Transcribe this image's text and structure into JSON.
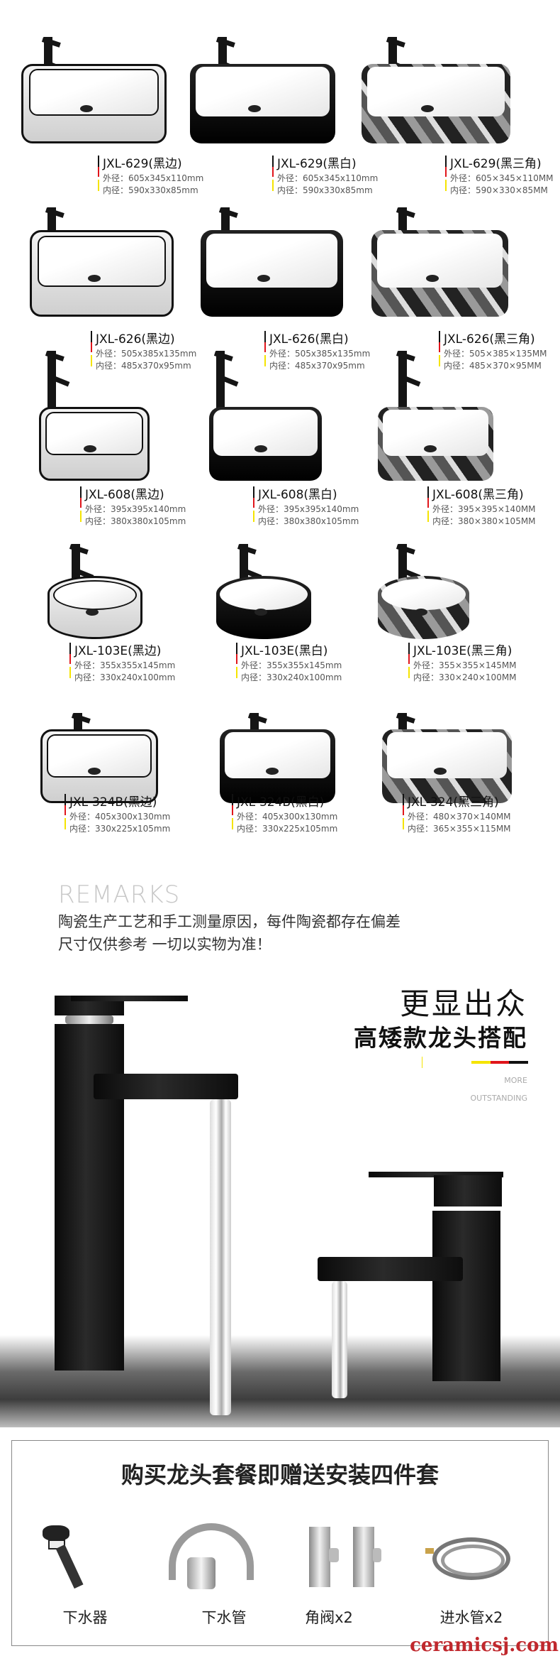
{
  "products": [
    [
      {
        "title": "JXL-629(黑边)",
        "outer": "外径：605x345x110mm",
        "inner": "内径：590x330x85mm",
        "variant": "white"
      },
      {
        "title": "JXL-629(黑白)",
        "outer": "外径：605x345x110mm",
        "inner": "内径：590x330x85mm",
        "variant": "black"
      },
      {
        "title": "JXL-629(黑三角)",
        "outer": "外径：605×345×110MM",
        "inner": "内径：590×330×85MM",
        "variant": "marble"
      }
    ],
    [
      {
        "title": "JXL-626(黑边)",
        "outer": "外径：505x385x135mm",
        "inner": "内径：485x370x95mm",
        "variant": "white"
      },
      {
        "title": "JXL-626(黑白)",
        "outer": "外径：505x385x135mm",
        "inner": "内径：485x370x95mm",
        "variant": "black"
      },
      {
        "title": "JXL-626(黑三角)",
        "outer": "外径：505×385×135MM",
        "inner": "内径：485×370×95MM",
        "variant": "marble"
      }
    ],
    [
      {
        "title": "JXL-608(黑边)",
        "outer": "外径：395x395x140mm",
        "inner": "内径：380x380x105mm",
        "variant": "white"
      },
      {
        "title": "JXL-608(黑白)",
        "outer": "外径：395x395x140mm",
        "inner": "内径：380x380x105mm",
        "variant": "black"
      },
      {
        "title": "JXL-608(黑三角)",
        "outer": "外径：395×395×140MM",
        "inner": "内径：380×380×105MM",
        "variant": "marble"
      }
    ],
    [
      {
        "title": "JXL-103E(黑边)",
        "outer": "外径：355x355x145mm",
        "inner": "内径：330x240x100mm",
        "variant": "white"
      },
      {
        "title": "JXL-103E(黑白)",
        "outer": "外径：355x355x145mm",
        "inner": "内径：330x240x100mm",
        "variant": "black"
      },
      {
        "title": "JXL-103E(黑三角)",
        "outer": "外径：355×355×145MM",
        "inner": "内径：330×240×100MM",
        "variant": "marble"
      }
    ],
    [
      {
        "title": "JXL-324B(黑边)",
        "outer": "外径：405x300x130mm",
        "inner": "内径：330x225x105mm",
        "variant": "white"
      },
      {
        "title": "JXL-324B(黑白)",
        "outer": "外径：405x300x130mm",
        "inner": "内径：330x225x105mm",
        "variant": "black"
      },
      {
        "title": "JXL-324(黑三角)",
        "outer": "外径：480×370×140MM",
        "inner": "内径：365×355×115MM",
        "variant": "marble"
      }
    ]
  ],
  "accent_colors": {
    "black": "#111111",
    "red": "#e0151b",
    "yellow": "#f5e400"
  },
  "remarks": {
    "heading": "REMARKS",
    "line1": "陶瓷生产工艺和手工测量原因，每件陶瓷都存在偏差",
    "line2": "尺寸仅供参考 一切以实物为准！"
  },
  "faucet_section": {
    "headline": "更显出众",
    "subheadline": "高矮款龙头搭配",
    "more": "MORE",
    "outstanding": "OUTSTANDING"
  },
  "gift": {
    "title": "购买龙头套餐即赠送安装四件套",
    "items": [
      {
        "label": "下水器",
        "icon": "drain-icon"
      },
      {
        "label": "下水管",
        "icon": "drain-pipe-icon"
      },
      {
        "label": "角阀x2",
        "icon": "angle-valve-icon"
      },
      {
        "label": "进水管x2",
        "icon": "inlet-hose-icon"
      }
    ]
  },
  "watermark": "ceramicsj.com"
}
